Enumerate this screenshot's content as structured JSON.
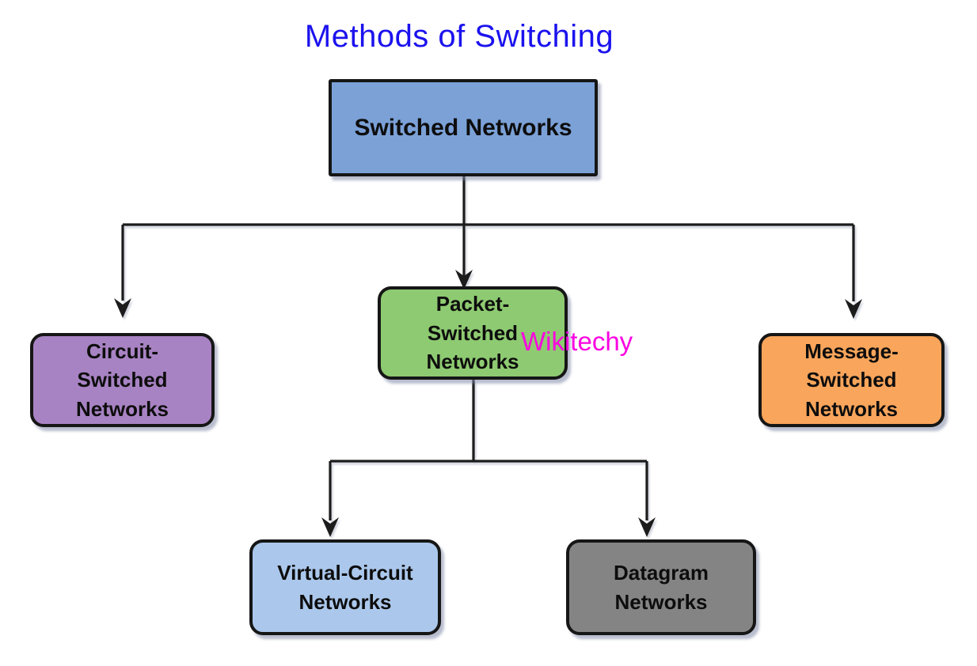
{
  "title": "Methods of Switching",
  "watermark": "Wikitechy",
  "colors": {
    "title": "#1b12ee",
    "watermark": "#fb00e1",
    "connector": "#1c1c1c",
    "border": "#161616"
  },
  "nodes": {
    "root": {
      "label": "Switched Networks",
      "fill": "#7ba1d7"
    },
    "circuit": {
      "label": "Circuit-\nSwitched\nNetworks",
      "fill": "#a883c3"
    },
    "packet": {
      "label": "Packet-\nSwitched\nNetworks",
      "fill": "#8eca71"
    },
    "message": {
      "label": "Message-\nSwitched\nNetworks",
      "fill": "#f9a55b"
    },
    "virtual": {
      "label": "Virtual-Circuit\nNetworks",
      "fill": "#abc8ec"
    },
    "datagram": {
      "label": "Datagram\nNetworks",
      "fill": "#848484"
    }
  }
}
